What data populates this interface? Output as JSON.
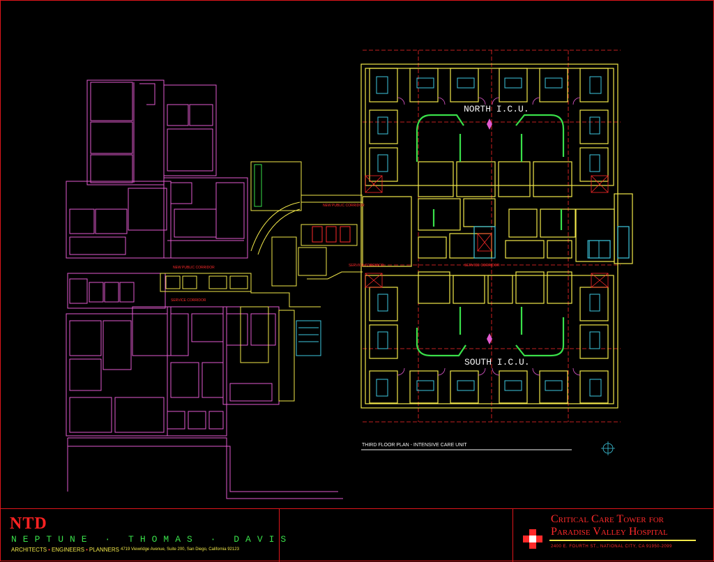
{
  "plan": {
    "north_label": "NORTH I.C.U.",
    "south_label": "SOUTH I.C.U.",
    "sheet_title": "THIRD FLOOR PLAN - INTENSIVE CARE UNIT",
    "corridors": {
      "new_public_n": "NEW PUBLIC CORRIDOR",
      "new_public_w": "NEW PUBLIC CORRIDOR",
      "service_w": "SERVICE CORRIDOR",
      "service_c": "SERVICE CORRIDOR",
      "service_e": "SERVICE CORRIDOR"
    }
  },
  "firm": {
    "logo": "NTD",
    "name": "NEPTUNE · THOMAS · DAVIS",
    "disciplines": [
      "ARCHITECTS",
      "ENGINEERS",
      "PLANNERS"
    ],
    "address": "4719 Viewridge Avenue, Suite 200,    San Diego, California 92123"
  },
  "project": {
    "title_line1": "Critical Care Tower for",
    "title_line2": "Paradise Valley Hospital",
    "address": "2400 E. FOURTH ST.,    NATIONAL CITY,   CA  91950-2099"
  },
  "colors": {
    "border": "#e0161b",
    "existing": "#e25ad0",
    "walls": "#f2e84a",
    "equipment": "#3ec9e0",
    "casework": "#39e04a",
    "gridlines": "#ff2a2a"
  }
}
